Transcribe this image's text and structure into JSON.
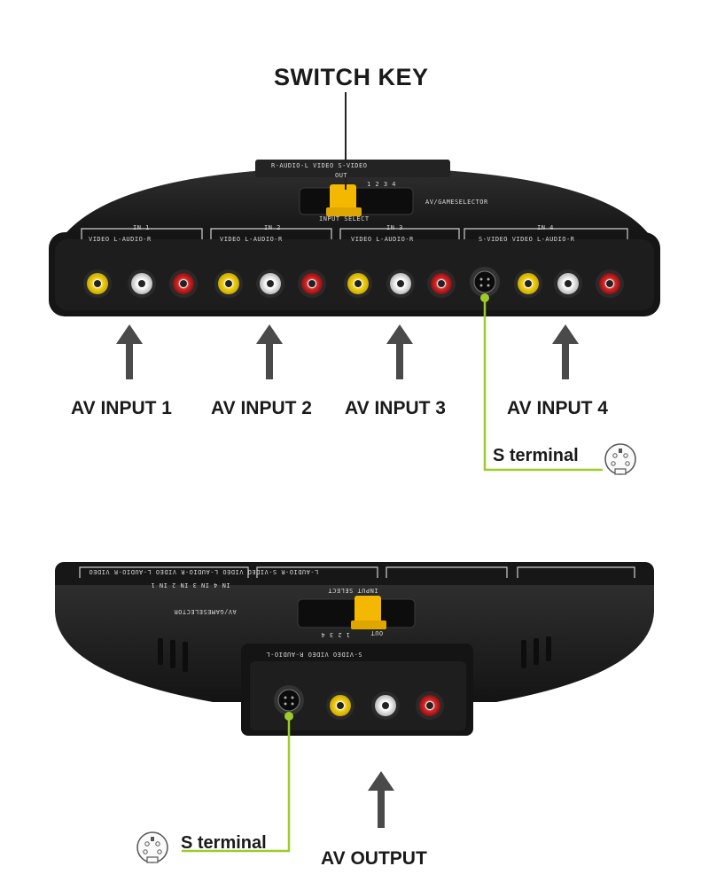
{
  "labels": {
    "switch_key": "SWITCH KEY",
    "av_input_1": "AV INPUT 1",
    "av_input_2": "AV INPUT 2",
    "av_input_3": "AV INPUT 3",
    "av_input_4": "AV INPUT 4",
    "s_terminal_top": "S terminal",
    "s_terminal_bottom": "S terminal",
    "av_output": "AV OUTPUT"
  },
  "device_top": {
    "out_header": "R-AUDIO-L   VIDEO   S-VIDEO",
    "out_label": "OUT",
    "out_numbers": "1 2 3 4",
    "brand": "AV/GAMESELECTOR",
    "input_select": "INPUT SELECT",
    "in1": "IN 1",
    "in2": "IN 2",
    "in3": "IN 3",
    "in4": "IN 4",
    "in1_sub": "VIDEO   L-AUDIO-R",
    "in2_sub": "VIDEO   L-AUDIO-R",
    "in3_sub": "VIDEO   L-AUDIO-R",
    "in4_sub": "S-VIDEO VIDEO   L-AUDIO-R"
  },
  "device_bottom": {
    "header_row": "L-AUDIO-R   S-VIDEO VIDEO   L-AUDIO-R   VIDEO   L-AUDIO-R   VIDEO",
    "in_labels": "IN 4   IN 3   IN 2   IN 1",
    "input_select": "INPUT SELECT",
    "brand": "AV/GAMESELECTOR",
    "out_label": "OUT",
    "out_numbers": "1 2 3 4",
    "out_header": "S-VIDEO   VIDEO   R-AUDIO-L"
  },
  "colors": {
    "body": "#1c1c1c",
    "yellow_jack": "#f2d21a",
    "white_jack": "#ececec",
    "red_jack": "#cc2222",
    "switch_slider": "#f5b800",
    "callout_line": "#9ccc2a",
    "arrow": "#4a4a4a"
  }
}
